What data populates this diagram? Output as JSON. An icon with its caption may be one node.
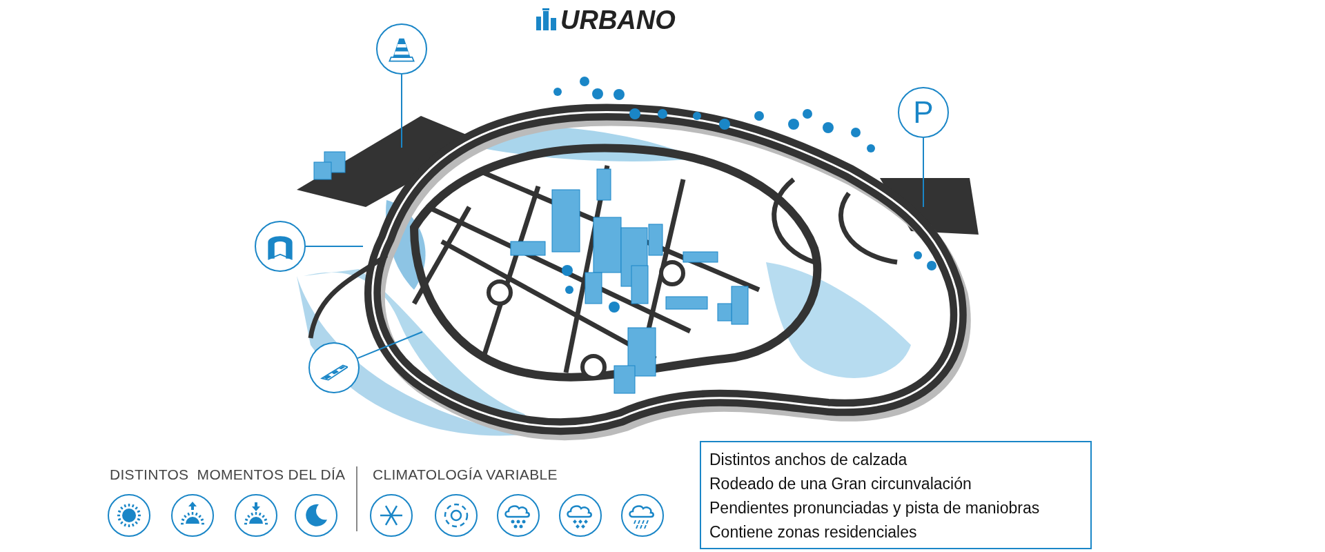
{
  "diagram": {
    "title": "URBANO",
    "nodes": [
      {
        "text": [],
        "shape": "circle"
      },
      {
        "text": [
          "P"
        ]
      },
      {
        "text": [],
        "shape": "circle"
      },
      {
        "text": [],
        "shape": "circle"
      },
      {
        "text": [
          "Distintos anchos de calzada",
          "Rodeado de una Gran circunvalación",
          "Pendientes pronunciadas y pista de maniobras",
          "Contiene zonas residenciales"
        ]
      }
    ],
    "edges": [
      {
        "from": 0,
        "to": null,
        "arrow": "none"
      },
      {
        "from": 1,
        "to": null,
        "arrow": "none"
      },
      {
        "from": 2,
        "to": null,
        "arrow": "none"
      },
      {
        "from": 3,
        "to": null,
        "arrow": "none"
      }
    ],
    "labels": [
      "DISTINTOS  MOMENTOS DEL DÍA",
      "CLIMATOLOGÍA VARIABLE"
    ]
  }
}
